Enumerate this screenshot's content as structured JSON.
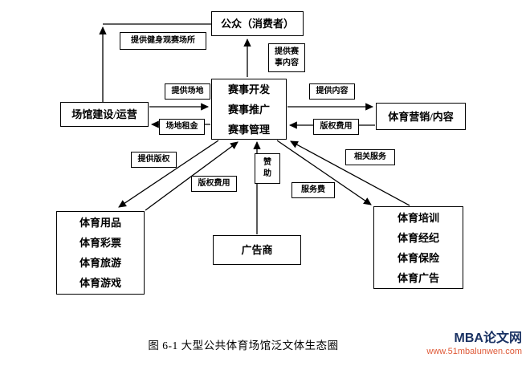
{
  "nodes": {
    "public": {
      "label": "公众（消费者）"
    },
    "core": {
      "lines": [
        "赛事开发",
        "赛事推广",
        "赛事管理"
      ]
    },
    "venue": {
      "label": "场馆建设/运营"
    },
    "marketing": {
      "label": "体育营销/内容"
    },
    "left_cluster": {
      "lines": [
        "体育用品",
        "体育彩票",
        "体育旅游",
        "体育游戏"
      ]
    },
    "advertiser": {
      "label": "广告商"
    },
    "right_cluster": {
      "lines": [
        "体育培训",
        "体育经纪",
        "体育保险",
        "体育广告"
      ]
    }
  },
  "edge_labels": {
    "fitness_venue": "提供健身观赛场所",
    "event_content": "提供赛\n事内容",
    "provide_venue": "提供场地",
    "venue_rent": "场地租金",
    "provide_content": "提供内容",
    "copyright_fee_right": "版权费用",
    "provide_copyright": "提供版权",
    "copyright_fee_left": "版权费用",
    "sponsorship": "赞\n助",
    "service_fee": "服务费",
    "related_services": "相关服务"
  },
  "caption": "图 6-1 大型公共体育场馆泛文体生态圈",
  "watermark": {
    "site_name": "MBA论文网",
    "site_url": "www.51mbalunwen.com"
  },
  "colors": {
    "line": "#000000",
    "box_border": "#000000",
    "watermark_name": "#1a3263",
    "watermark_url": "#df5a38"
  }
}
